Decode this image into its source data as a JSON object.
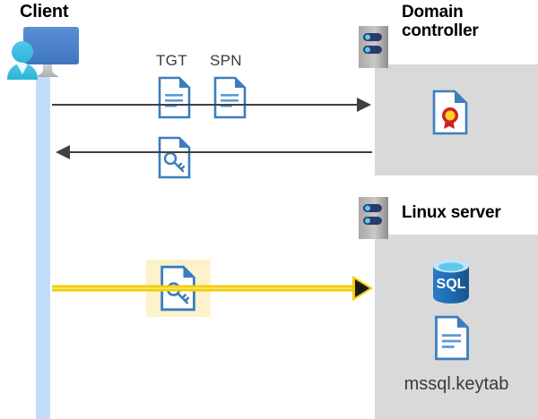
{
  "diagram": {
    "title_client": "Client",
    "title_domain_controller": "Domain controller",
    "title_linux_server": "Linux server",
    "labels": {
      "tgt": "TGT",
      "spn": "SPN",
      "keytab_file": "mssql.keytab"
    },
    "icons": {
      "client": "user-with-monitor-icon",
      "server_dc": "server-rack-icon",
      "server_linux": "server-rack-icon",
      "tgt_document": "document-icon",
      "spn_document": "document-icon",
      "key_document_response": "key-document-icon",
      "key_document_request": "key-document-icon",
      "certificate": "certificate-document-icon",
      "sql_database": "sql-database-icon",
      "keytab_document": "document-icon"
    },
    "arrows": [
      {
        "name": "client-to-dc-request",
        "direction": "right",
        "style": "thin-gray",
        "carries": [
          "TGT",
          "SPN"
        ]
      },
      {
        "name": "dc-to-client-response",
        "direction": "left",
        "style": "thin-gray",
        "carries": [
          "key-document"
        ]
      },
      {
        "name": "client-to-linux-server",
        "direction": "right",
        "style": "thick-yellow-highlight",
        "carries": [
          "key-document"
        ]
      }
    ],
    "colors": {
      "panel_gray": "#d9d9d9",
      "lifeline_blue": "#c3dcfb",
      "arrow_gray": "#404040",
      "arrow_yellow": "#f5cc00",
      "highlight_yellow": "#fdf2cc",
      "doc_blue": "#3a7ebf",
      "sql_blue": "#1f6bb0",
      "cert_red": "#cf2027",
      "cert_yellow": "#ffd21e",
      "server_navy": "#2a3a6b",
      "text_dark": "#3b3b3b"
    }
  }
}
